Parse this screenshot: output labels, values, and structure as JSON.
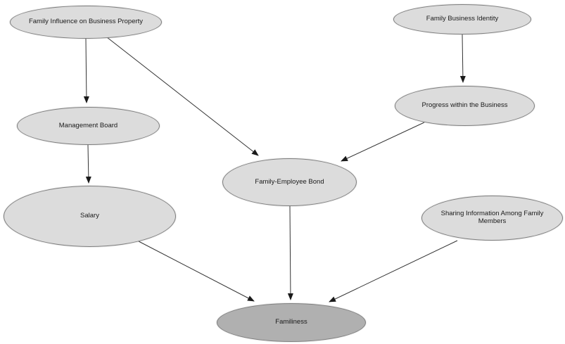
{
  "diagram": {
    "type": "concept-map",
    "nodes": [
      {
        "id": "family-influence",
        "label": "Family Influence on Business Property",
        "style": "default"
      },
      {
        "id": "family-business-identity",
        "label": "Family Business Identity",
        "style": "default"
      },
      {
        "id": "management-board",
        "label": "Management Board",
        "style": "default"
      },
      {
        "id": "progress-business",
        "label": "Progress within the Business",
        "style": "default"
      },
      {
        "id": "family-employee-bond",
        "label": "Family-Employee Bond",
        "style": "default"
      },
      {
        "id": "salary",
        "label": "Salary",
        "style": "default"
      },
      {
        "id": "sharing-info",
        "label": "Sharing Information Among Family Members",
        "style": "default"
      },
      {
        "id": "familiness",
        "label": "Familiness",
        "style": "highlight"
      }
    ],
    "edges": [
      {
        "from": "Family Influence on Business Property",
        "to": "Management Board"
      },
      {
        "from": "Family Influence on Business Property",
        "to": "Family-Employee Bond"
      },
      {
        "from": "Family Business Identity",
        "to": "Progress within the Business"
      },
      {
        "from": "Progress within the Business",
        "to": "Family-Employee Bond"
      },
      {
        "from": "Management Board",
        "to": "Salary"
      },
      {
        "from": "Salary",
        "to": "Familiness"
      },
      {
        "from": "Family-Employee Bond",
        "to": "Familiness"
      },
      {
        "from": "Sharing Information Among Family Members",
        "to": "Familiness"
      }
    ],
    "colors": {
      "node_fill": "#dcdcdc",
      "highlight_node_fill": "#b0b0b0",
      "node_border": "#7f7f7f",
      "edge": "#333333",
      "text": "#1a1a1a",
      "background": "#ffffff"
    }
  }
}
